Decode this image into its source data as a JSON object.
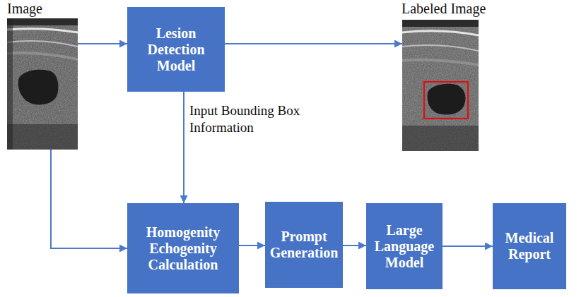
{
  "diagram": {
    "nodes": [
      {
        "text": [
          "Image"
        ]
      },
      {
        "text": [
          "Lesion Detection Model"
        ]
      },
      {
        "text": [
          "Labeled Image"
        ]
      },
      {
        "text": [
          "Homogenity Echogenity Calculation"
        ]
      },
      {
        "text": [
          "Prompt Generation"
        ]
      },
      {
        "text": [
          "Large Language Model"
        ]
      },
      {
        "text": [
          "Medical Report"
        ]
      }
    ],
    "edges": [
      {
        "from": 0,
        "to": 1,
        "arrow": "to"
      },
      {
        "from": 1,
        "to": 2,
        "arrow": "to"
      },
      {
        "from": 1,
        "to": 3,
        "label": "Input Bounding Box Information",
        "arrow": "to"
      },
      {
        "from": 0,
        "to": 3,
        "arrow": "to"
      },
      {
        "from": 3,
        "to": 4,
        "arrow": "to"
      },
      {
        "from": 4,
        "to": 5,
        "arrow": "to"
      },
      {
        "from": 5,
        "to": 6,
        "arrow": "to"
      }
    ]
  }
}
